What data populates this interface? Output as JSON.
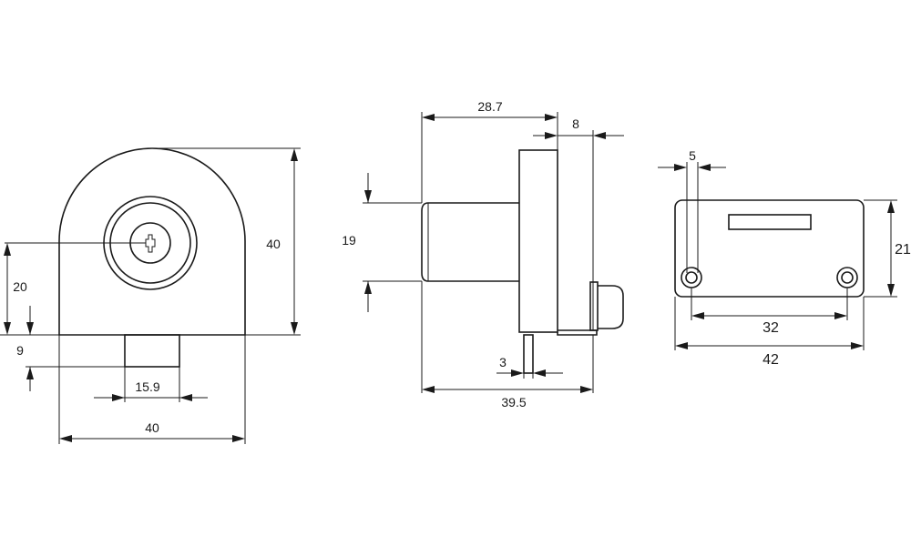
{
  "dimensions": {
    "front_total_width": "40",
    "front_total_height": "40",
    "front_keyhole_height": "20",
    "front_tongue_height": "9",
    "front_tongue_width": "15.9",
    "side_body_length": "28.7",
    "side_flange_thickness": "8",
    "side_cylinder_diameter": "19",
    "side_pin_width": "3",
    "side_total_length": "39.5",
    "strike_edge_offset": "5",
    "strike_height": "21",
    "strike_hole_spacing": "32",
    "strike_total_width": "42"
  }
}
